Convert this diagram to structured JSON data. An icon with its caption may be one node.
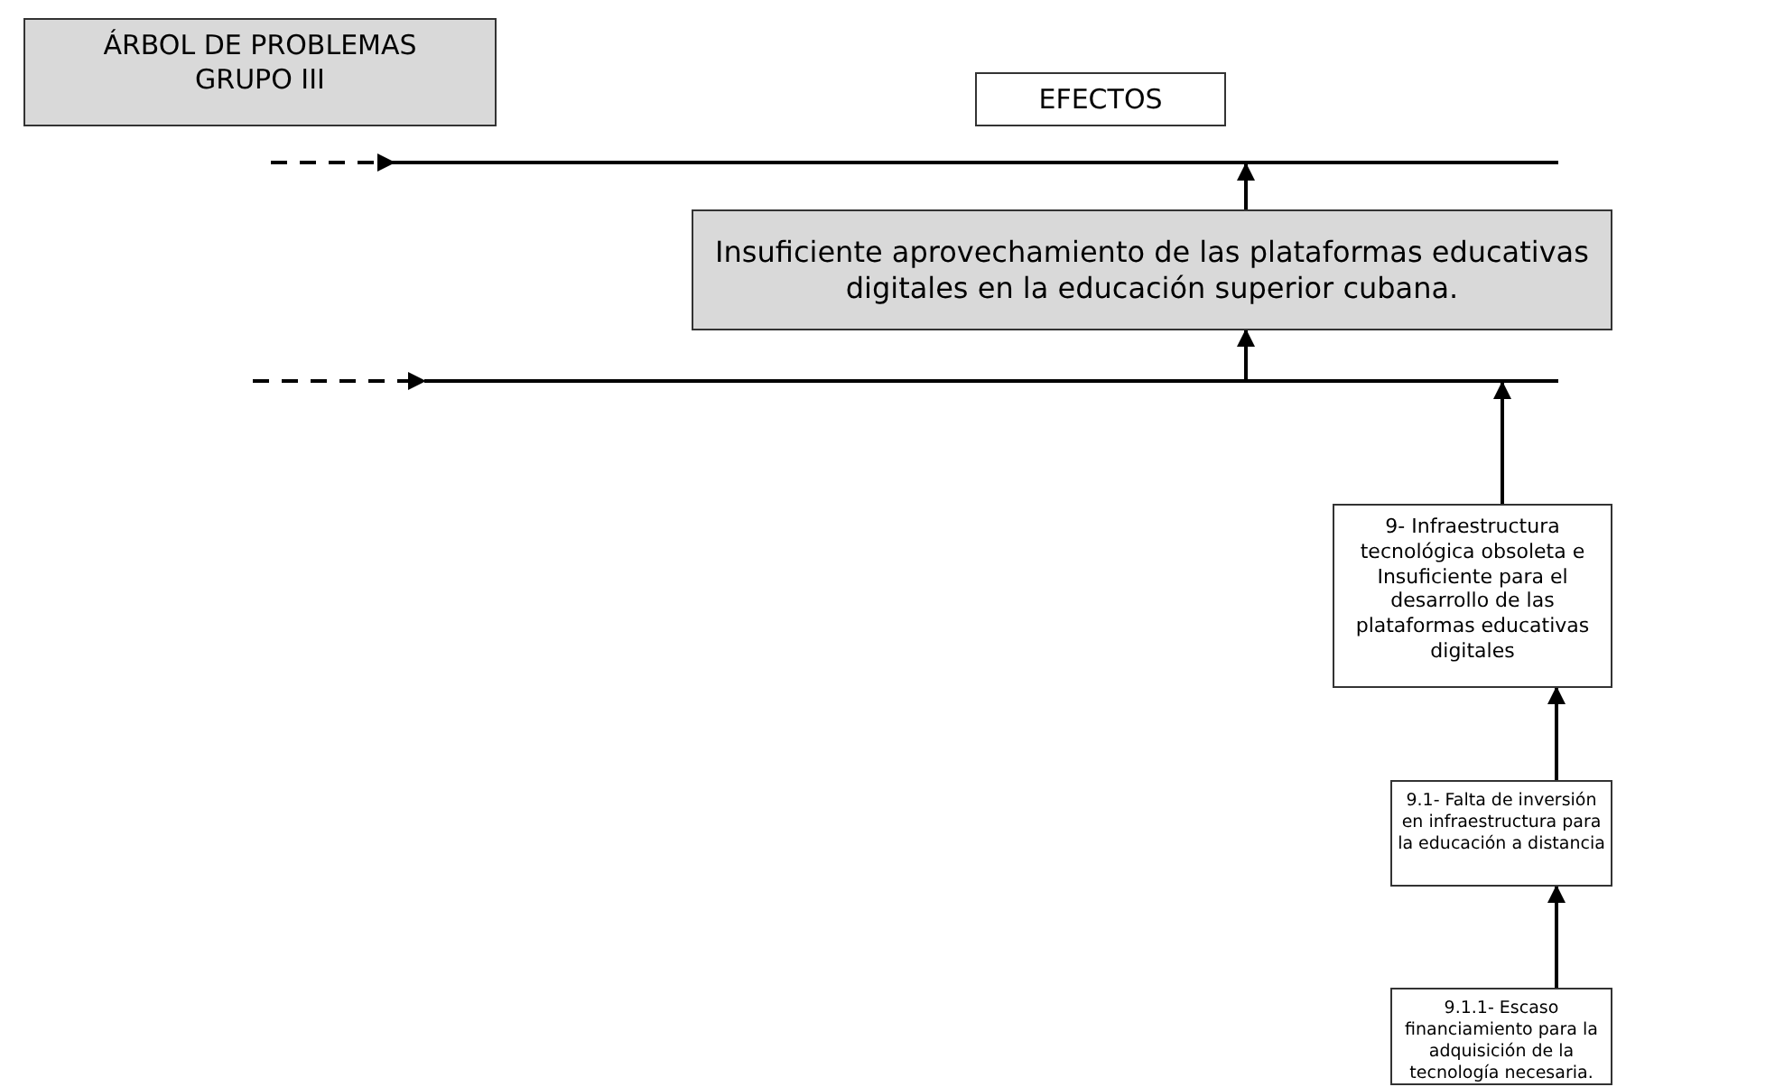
{
  "diagram": {
    "nodes": [
      {
        "text": [
          "ÁRBOL DE PROBLEMAS GRUPO III"
        ]
      },
      {
        "text": [
          "EFECTOS"
        ]
      },
      {
        "text": [],
        "shape": "bar"
      },
      {
        "text": [
          "Insuficiente aprovechamiento de las plataformas educativas digitales en la educación superior cubana."
        ]
      },
      {
        "text": [],
        "shape": "bar"
      },
      {
        "text": [
          "9- Infraestructura tecnológica obsoleta e Insuficiente para el desarrollo de las plataformas educativas digitales"
        ]
      },
      {
        "text": [
          "9.1- Falta de inversión en infraestructura para la educación a distancia"
        ]
      },
      {
        "text": [
          "9.1.1- Escaso financiamiento para la adquisición de la tecnología necesaria."
        ]
      }
    ],
    "edges": [
      {
        "from": null,
        "to": 2,
        "arrow": "to",
        "style": "dashed"
      },
      {
        "from": 3,
        "to": 2,
        "arrow": "to"
      },
      {
        "from": null,
        "to": 4,
        "arrow": "to",
        "style": "dashed"
      },
      {
        "from": 4,
        "to": 3,
        "arrow": "to"
      },
      {
        "from": 5,
        "to": 4,
        "arrow": "to"
      },
      {
        "from": 6,
        "to": 5,
        "arrow": "to"
      },
      {
        "from": 7,
        "to": 6,
        "arrow": "to"
      }
    ]
  }
}
